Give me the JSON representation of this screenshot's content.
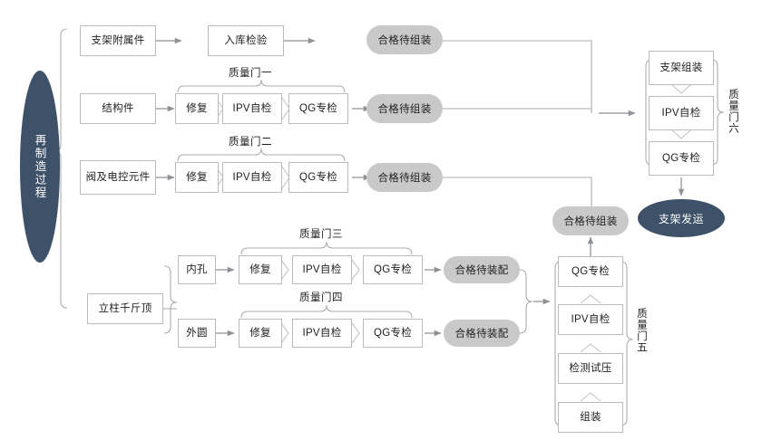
{
  "diagram": {
    "title_node": "再制造过程",
    "end_node": "支架发运",
    "rows": {
      "row1": {
        "source": "支架附属件",
        "inspect": "入库检验",
        "pill": "合格待组装"
      },
      "row2": {
        "source": "结构件",
        "gate_label": "质量门一",
        "steps": [
          "修复",
          "IPV自检",
          "QG专检"
        ],
        "pill": "合格待组装"
      },
      "row3": {
        "source": "阀及电控元件",
        "gate_label": "质量门二",
        "steps": [
          "修复",
          "IPV自检",
          "QG专检"
        ],
        "pill": "合格待组装"
      },
      "row4": {
        "source": "立柱千斤顶",
        "branches": [
          {
            "name": "内孔",
            "gate_label": "质量门三",
            "steps": [
              "修复",
              "IPV自检",
              "QG专检"
            ],
            "pill": "合格待装配"
          },
          {
            "name": "外圆",
            "gate_label": "质量门四",
            "steps": [
              "修复",
              "IPV自检",
              "QG专检"
            ],
            "pill": "合格待装配"
          }
        ]
      }
    },
    "column_gate5": {
      "gate_label": "质量门五",
      "steps_bottom_to_top": [
        "组装",
        "检测试压",
        "IPV自检",
        "QG专检"
      ],
      "output_pill": "合格待组装"
    },
    "column_gate6": {
      "gate_label": "质量门六",
      "steps": [
        "支架组装",
        "IPV自检",
        "QG专检"
      ]
    },
    "colors": {
      "accent_dark": "#3d5169",
      "pill_gray": "#c9c9c9",
      "border_gray": "#b9bcbf",
      "line_gray": "#a9acb0",
      "text": "#1d1f21",
      "background": "#ffffff"
    }
  }
}
